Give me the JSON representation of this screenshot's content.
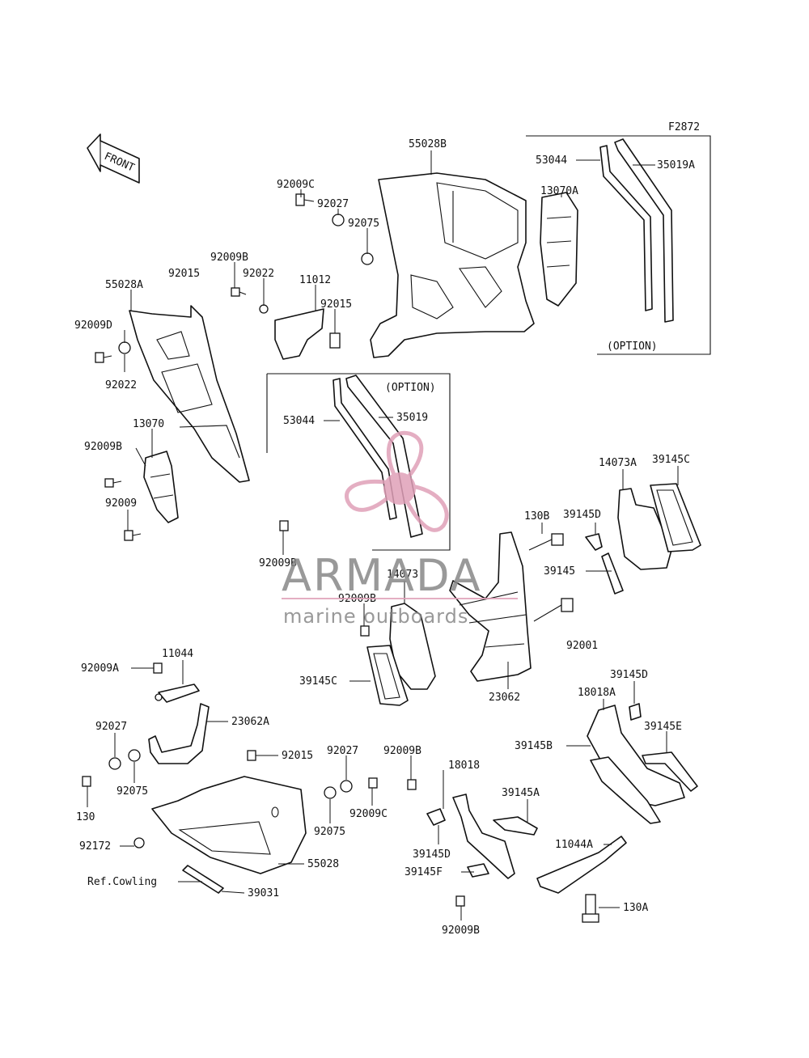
{
  "figure_id": "F2872",
  "front_label": "FRONT",
  "option_labels": [
    "(OPTION)",
    "(OPTION)"
  ],
  "ref_note": "Ref.Cowling",
  "watermark": {
    "brand": "ARMADA",
    "tagline": "marine outboards",
    "color": "#e0a0b8"
  },
  "part_labels": [
    {
      "id": "55028B",
      "text": "55028B"
    },
    {
      "id": "53044-opt",
      "text": "53044"
    },
    {
      "id": "35019A",
      "text": "35019A"
    },
    {
      "id": "13070A",
      "text": "13070A"
    },
    {
      "id": "92009C-top",
      "text": "92009C"
    },
    {
      "id": "92027-top",
      "text": "92027"
    },
    {
      "id": "92075-top",
      "text": "92075"
    },
    {
      "id": "92009B-top",
      "text": "92009B"
    },
    {
      "id": "92015-top",
      "text": "92015"
    },
    {
      "id": "92022-top",
      "text": "92022"
    },
    {
      "id": "11012",
      "text": "11012"
    },
    {
      "id": "92015-mid",
      "text": "92015"
    },
    {
      "id": "55028A",
      "text": "55028A"
    },
    {
      "id": "92009D",
      "text": "92009D"
    },
    {
      "id": "92022-left",
      "text": "92022"
    },
    {
      "id": "13070",
      "text": "13070"
    },
    {
      "id": "92009B-left",
      "text": "92009B"
    },
    {
      "id": "92009",
      "text": "92009"
    },
    {
      "id": "53044",
      "text": "53044"
    },
    {
      "id": "35019",
      "text": "35019"
    },
    {
      "id": "92009B-mid",
      "text": "92009B"
    },
    {
      "id": "14073A",
      "text": "14073A"
    },
    {
      "id": "39145C-top",
      "text": "39145C"
    },
    {
      "id": "130B",
      "text": "130B"
    },
    {
      "id": "39145D-top",
      "text": "39145D"
    },
    {
      "id": "39145",
      "text": "39145"
    },
    {
      "id": "14073",
      "text": "14073"
    },
    {
      "id": "92009B-center",
      "text": "92009B"
    },
    {
      "id": "92001",
      "text": "92001"
    },
    {
      "id": "39145C",
      "text": "39145C"
    },
    {
      "id": "23062",
      "text": "23062"
    },
    {
      "id": "92009A",
      "text": "92009A"
    },
    {
      "id": "11044",
      "text": "11044"
    },
    {
      "id": "92027-low",
      "text": "92027"
    },
    {
      "id": "23062A",
      "text": "23062A"
    },
    {
      "id": "92075-low",
      "text": "92075"
    },
    {
      "id": "130",
      "text": "130"
    },
    {
      "id": "92015-low",
      "text": "92015"
    },
    {
      "id": "92027-low2",
      "text": "92027"
    },
    {
      "id": "92009B-low",
      "text": "92009B"
    },
    {
      "id": "18018",
      "text": "18018"
    },
    {
      "id": "92075-low2",
      "text": "92075"
    },
    {
      "id": "92009C-low",
      "text": "92009C"
    },
    {
      "id": "92172",
      "text": "92172"
    },
    {
      "id": "55028",
      "text": "55028"
    },
    {
      "id": "39031",
      "text": "39031"
    },
    {
      "id": "39145D-low",
      "text": "39145D"
    },
    {
      "id": "39145A",
      "text": "39145A"
    },
    {
      "id": "39145F",
      "text": "39145F"
    },
    {
      "id": "92009B-bottom",
      "text": "92009B"
    },
    {
      "id": "39145D-right",
      "text": "39145D"
    },
    {
      "id": "18018A",
      "text": "18018A"
    },
    {
      "id": "39145B",
      "text": "39145B"
    },
    {
      "id": "39145E",
      "text": "39145E"
    },
    {
      "id": "11044A",
      "text": "11044A"
    },
    {
      "id": "130A",
      "text": "130A"
    }
  ]
}
